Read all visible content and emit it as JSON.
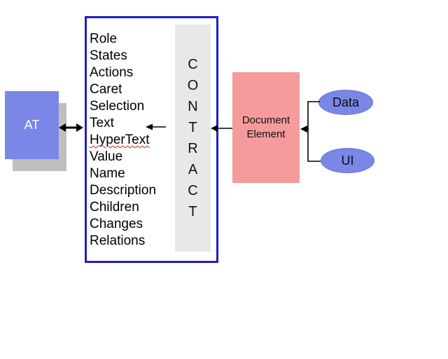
{
  "colors": {
    "node_fill": "#7b87e6",
    "document_fill": "#f59b9b",
    "contract_border": "#1e1ecf",
    "column_fill": "#e8e8e8",
    "shadow": "#bfbfbf",
    "arrow": "#000000",
    "at_text": "#ffffff",
    "squiggle": "#cc2020"
  },
  "at_node": {
    "label": "AT"
  },
  "contract": {
    "vertical_label": "CONTRACT",
    "letters": [
      "C",
      "O",
      "N",
      "T",
      "R",
      "A",
      "C",
      "T"
    ],
    "properties": [
      "Role",
      "States",
      "Actions",
      "Caret",
      "Selection",
      "Text",
      "HyperText",
      "Value",
      "Name",
      "Description",
      "Children",
      "Changes",
      "Relations"
    ]
  },
  "document_element": {
    "label": "Document Element"
  },
  "data_node": {
    "label": "Data"
  },
  "ui_node": {
    "label": "UI"
  }
}
